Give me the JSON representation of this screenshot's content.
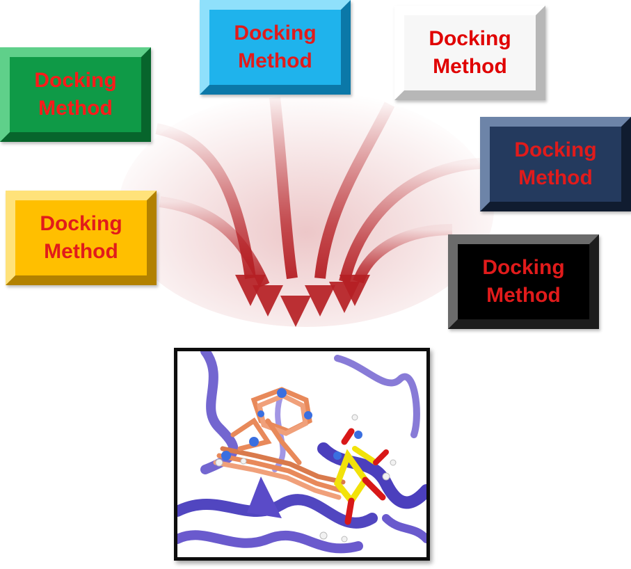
{
  "boxes": [
    {
      "id": "green",
      "label": "Docking\nMethod",
      "face": "#0f9a47",
      "bevel_light": "#5fd08a",
      "bevel_dark": "#07652c",
      "text_color": "#ff1a1a"
    },
    {
      "id": "blue",
      "label": "Docking\nMethod",
      "face": "#1fb3ec",
      "bevel_light": "#8fe0fb",
      "bevel_dark": "#0b78a8",
      "text_color": "#e11b1b"
    },
    {
      "id": "white",
      "label": "Docking\nMethod",
      "face": "#f7f7f7",
      "bevel_light": "#ffffff",
      "bevel_dark": "#b7b7b7",
      "text_color": "#e00000"
    },
    {
      "id": "navy",
      "label": "Docking\nMethod",
      "face": "#243a5e",
      "bevel_light": "#6d84a8",
      "bevel_dark": "#101c30",
      "text_color": "#e11b1b"
    },
    {
      "id": "yellow",
      "label": "Docking\nMethod",
      "face": "#ffbf00",
      "bevel_light": "#ffe27a",
      "bevel_dark": "#b28100",
      "text_color": "#e11b1b"
    },
    {
      "id": "black",
      "label": "Docking\nMethod",
      "face": "#000000",
      "bevel_light": "#6b6b6b",
      "bevel_dark": "#1c1c1c",
      "text_color": "#e11b1b"
    }
  ],
  "arrow_color": "#b51f24",
  "protein_color": "#6a5acd",
  "ligand_color": "#e8895a"
}
